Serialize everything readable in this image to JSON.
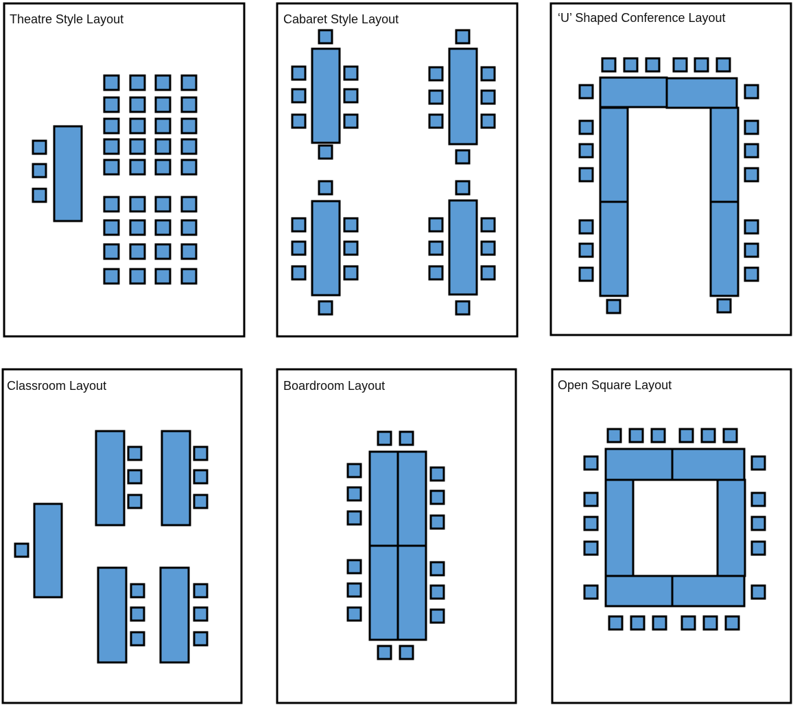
{
  "colors": {
    "furniture": "#5b9bd5",
    "outline": "#000000",
    "background": "#ffffff"
  },
  "panels": [
    {
      "id": "theatre",
      "title": "Theatre Style Layout"
    },
    {
      "id": "cabaret",
      "title": "Cabaret Style Layout"
    },
    {
      "id": "u-shaped",
      "title": "‘U’ Shaped Conference Layout"
    },
    {
      "id": "classroom",
      "title": "Classroom Layout"
    },
    {
      "id": "boardroom",
      "title": "Boardroom Layout"
    },
    {
      "id": "open-square",
      "title": "Open Square Layout"
    }
  ]
}
